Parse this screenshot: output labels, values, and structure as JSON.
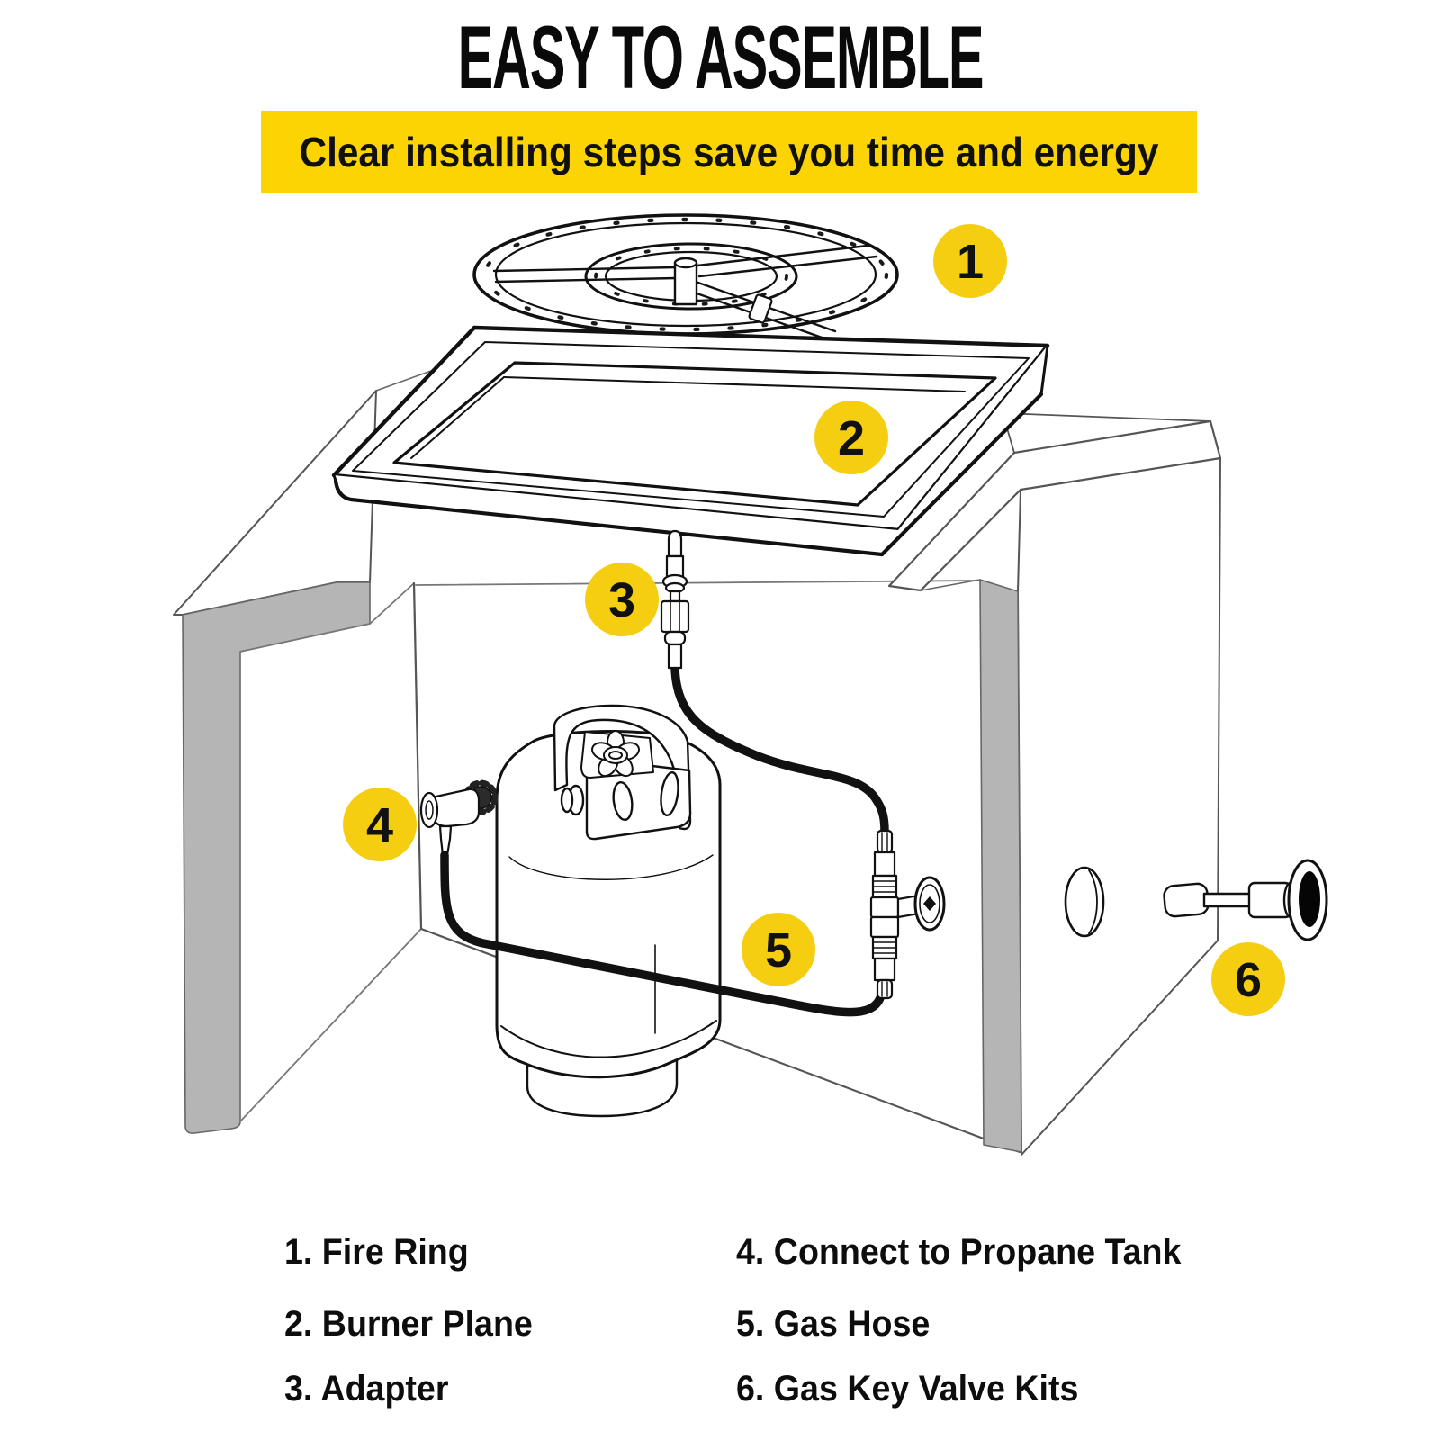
{
  "title": "EASY TO ASSEMBLE",
  "banner": {
    "text": "Clear installing steps save you time and energy",
    "bg_color": "#FCD303",
    "text_color": "#101010"
  },
  "colors": {
    "circle_bg": "#F6CE11",
    "circle_text": "#111111",
    "line": "#111111",
    "panel_gray": "#b5b5b5",
    "hose": "#111111"
  },
  "callouts": [
    {
      "number": "1",
      "label": "Fire Ring"
    },
    {
      "number": "2",
      "label": "Burner Plane"
    },
    {
      "number": "3",
      "label": "Adapter"
    },
    {
      "number": "4",
      "label": "Connect to Propane Tank"
    },
    {
      "number": "5",
      "label": "Gas Hose"
    },
    {
      "number": "6",
      "label": "Gas Key Valve Kits"
    }
  ],
  "legend": {
    "left": [
      "1. Fire Ring",
      "2. Burner Plane",
      "3. Adapter"
    ],
    "right": [
      "4. Connect to Propane Tank",
      "5. Gas Hose",
      "6. Gas Key Valve Kits"
    ]
  }
}
